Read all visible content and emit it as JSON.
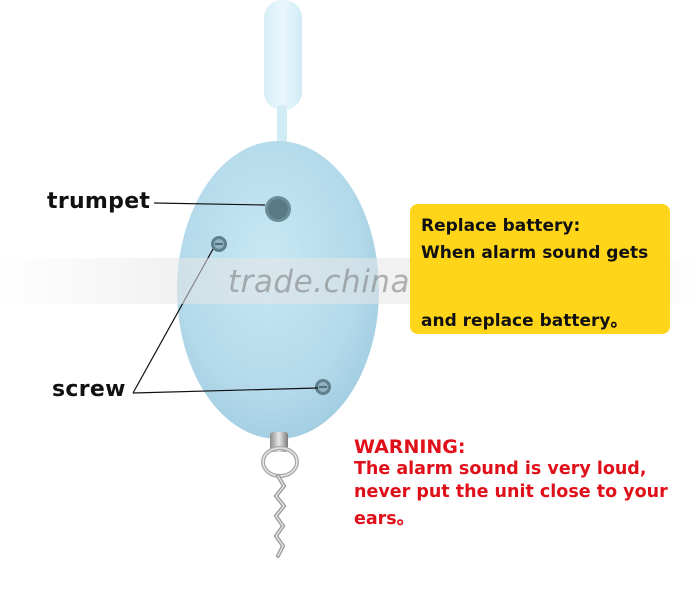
{
  "labels": {
    "trumpet": "trumpet",
    "screw": "screw"
  },
  "watermark": "trade.china.cn",
  "battery_note": {
    "title": "Replace battery:",
    "line1": "When alarm sound gets",
    "line3": "and replace battery。"
  },
  "warning": {
    "title": "WARNING:",
    "line1": "The alarm sound is very loud,",
    "line2": "never put the unit close to your",
    "line3": "ears。"
  },
  "colors": {
    "device_body": "#b7dceb",
    "battery_box": "#ffd51a",
    "warning_text": "#e0101a"
  }
}
